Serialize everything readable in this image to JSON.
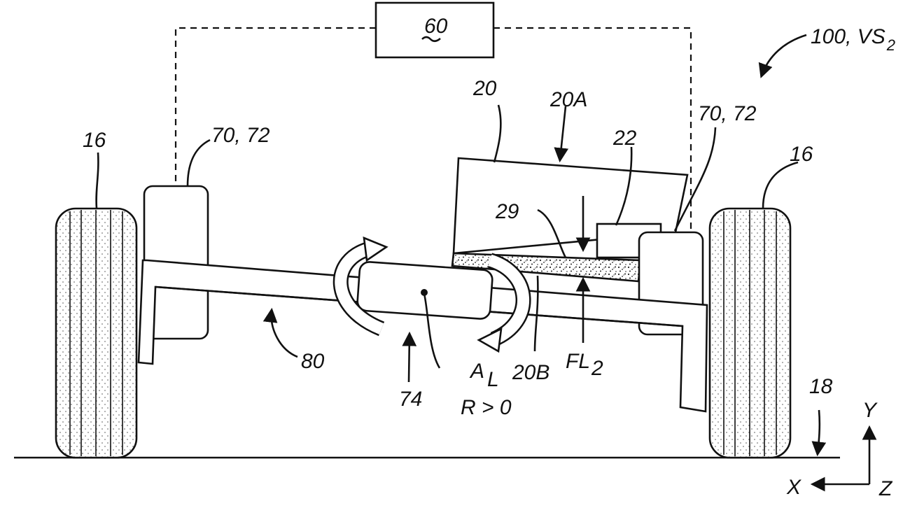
{
  "figure": {
    "controller_label": "60",
    "system_label": "100, VS",
    "system_label_sub": "2",
    "labels": {
      "tire_left": "16",
      "tire_right": "16",
      "actuator_left": "70, 72",
      "actuator_right": "70, 72",
      "body": "20",
      "body_top": "20A",
      "body_bottom": "20B",
      "component": "22",
      "layer": "29",
      "frame": "80",
      "axle": "74",
      "axis_a": "A",
      "axis_a_sub": "L",
      "rotation": "R > 0",
      "force": "FL",
      "force_sub": "2",
      "ground": "18",
      "axis_x": "X",
      "axis_y": "Y",
      "axis_z": "Z"
    }
  }
}
